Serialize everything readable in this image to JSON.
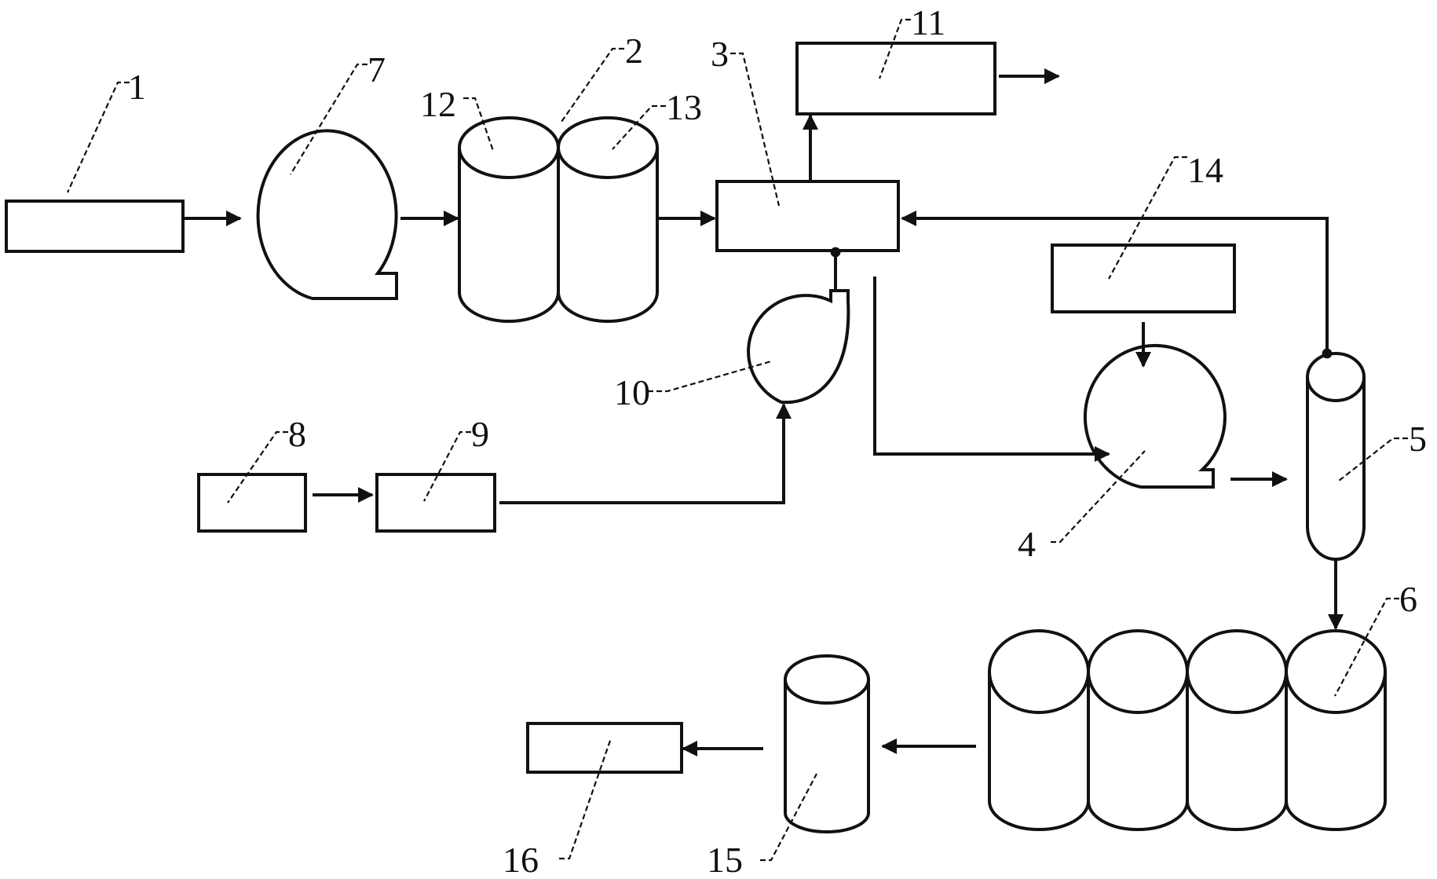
{
  "diagram": {
    "labels": {
      "n1": "1",
      "n2": "2",
      "n3": "3",
      "n4": "4",
      "n5": "5",
      "n6": "6",
      "n7": "7",
      "n8": "8",
      "n9": "9",
      "n10": "10",
      "n11": "11",
      "n12": "12",
      "n13": "13",
      "n14": "14",
      "n15": "15",
      "n16": "16"
    },
    "colors": {
      "stroke": "#111111",
      "background": "#ffffff"
    }
  }
}
